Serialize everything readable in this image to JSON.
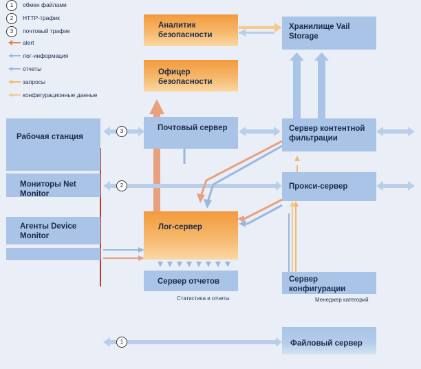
{
  "legend": {
    "items": [
      {
        "marker": "1",
        "kind": "number",
        "text": "обмен файлами"
      },
      {
        "marker": "2",
        "kind": "number",
        "text": "HTTP-трафик"
      },
      {
        "marker": "3",
        "kind": "number",
        "text": "почтовый трафик"
      },
      {
        "marker": "arrow",
        "kind": "arrow",
        "color": "#e8805a",
        "text": "alert"
      },
      {
        "marker": "arrow",
        "kind": "arrow",
        "color": "#9ab7dd",
        "text": "лог-информация"
      },
      {
        "marker": "arrow",
        "kind": "arrow",
        "color": "#9ab7dd",
        "text": "отчеты"
      },
      {
        "marker": "arrow",
        "kind": "arrow",
        "color": "#f6b86c",
        "text": "запросы"
      },
      {
        "marker": "arrow",
        "kind": "arrow",
        "color": "#f3c99a",
        "text": "конфигурационные данные"
      }
    ]
  },
  "nodes": {
    "analyst": "Аналитик безопасности",
    "officer": "Офицер безопасности",
    "storage": "Хранилище Vail Storage",
    "workstation": "Рабочая станция",
    "net_monitor": "Мониторы Net Monitor",
    "device_monitor": "Агенты Device Monitor",
    "mail_server": "Почтовый сервер",
    "filter_server": "Сервер контентной фильтрации",
    "proxy_server": "Прокси-сервер",
    "log_server": "Лог-сервер",
    "report_server": "Сервер отчетов",
    "config_server": "Сервер конфигурации",
    "file_server": "Файловый сервер"
  },
  "captions": {
    "report_server": "Статистика и отчеты",
    "config_server": "Менеджер категорий"
  },
  "traffic_markers": {
    "mail": "3",
    "http": "2",
    "files": "1"
  },
  "colors": {
    "background": "#e9eef7",
    "blue_box": "#a9c4e6",
    "orange_box": "#f39a3c",
    "alert": "#e8805a",
    "requests": "#f6b86c",
    "divider": "#c0392b"
  }
}
